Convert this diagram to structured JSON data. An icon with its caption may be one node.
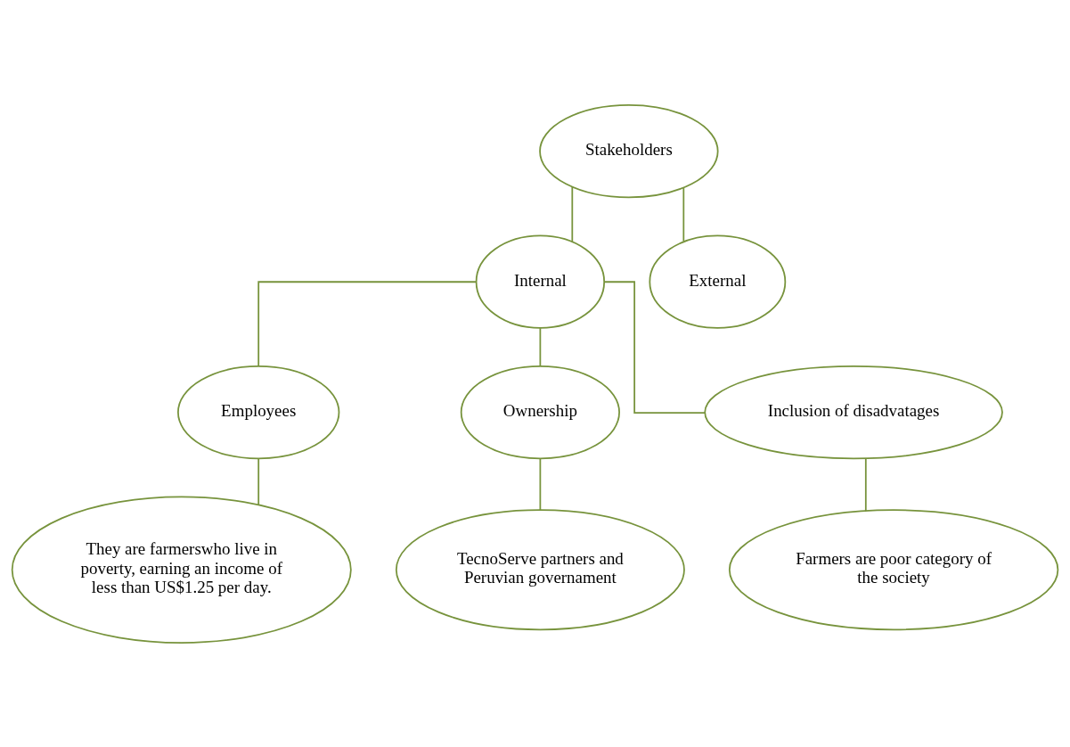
{
  "diagram": {
    "nodes": [
      {
        "text": [
          "Stakeholders"
        ]
      },
      {
        "text": [
          "Internal"
        ]
      },
      {
        "text": [
          "External"
        ]
      },
      {
        "text": [
          "Employees"
        ]
      },
      {
        "text": [
          "Ownership"
        ]
      },
      {
        "text": [
          "Inclusion of disadvatages"
        ]
      },
      {
        "text": [
          "They are farmerswho live in poverty, earning an income of less than US$1.25 per day."
        ]
      },
      {
        "text": [
          "TecnoServe partners and Peruvian governament"
        ]
      },
      {
        "text": [
          "Farmers are poor category of the society"
        ]
      }
    ],
    "edges": [
      {
        "from": 0,
        "to": 1,
        "arrow": "none"
      },
      {
        "from": 0,
        "to": 2,
        "arrow": "none"
      },
      {
        "from": 1,
        "to": 3,
        "arrow": "none"
      },
      {
        "from": 1,
        "to": 4,
        "arrow": "none"
      },
      {
        "from": 1,
        "to": 5,
        "arrow": "none"
      },
      {
        "from": 3,
        "to": 6,
        "arrow": "none"
      },
      {
        "from": 4,
        "to": 7,
        "arrow": "none"
      },
      {
        "from": 5,
        "to": 8,
        "arrow": "none"
      }
    ]
  }
}
